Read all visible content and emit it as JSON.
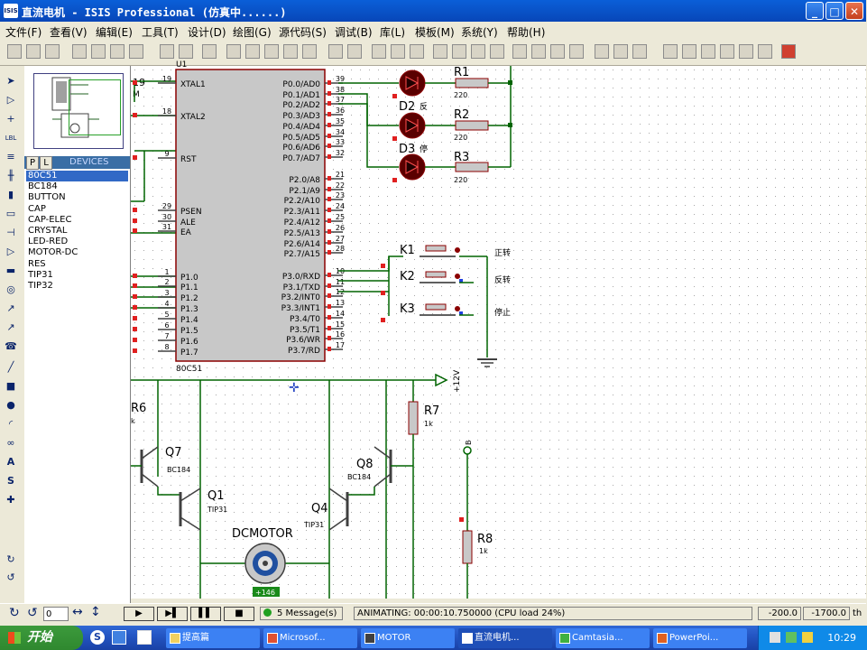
{
  "window": {
    "title": "直流电机 - ISIS Professional (仿真中......)",
    "app_icon": "ISIS",
    "buttons": {
      "minimize": "_",
      "maximize": "□",
      "close": "✕"
    }
  },
  "menu": [
    "文件(F)",
    "查看(V)",
    "编辑(E)",
    "工具(T)",
    "设计(D)",
    "绘图(G)",
    "源代码(S)",
    "调试(B)",
    "库(L)",
    "模板(M)",
    "系统(Y)",
    "帮助(H)"
  ],
  "devices": {
    "tab_p": "P",
    "tab_l": "L",
    "header": "DEVICES",
    "items": [
      "80C51",
      "BC184",
      "BUTTON",
      "CAP",
      "CAP-ELEC",
      "CRYSTAL",
      "LED-RED",
      "MOTOR-DC",
      "RES",
      "TIP31",
      "TIP32"
    ],
    "selected": 0
  },
  "schematic": {
    "chip": {
      "name": "U1",
      "type": "80C51",
      "left_pins": [
        {
          "num": "19",
          "name": "XTAL1"
        },
        {
          "num": "18",
          "name": "XTAL2"
        },
        {
          "num": "9",
          "name": "RST"
        },
        {
          "num": "29",
          "name": "PSEN"
        },
        {
          "num": "30",
          "name": "ALE"
        },
        {
          "num": "31",
          "name": "EA"
        },
        {
          "num": "1",
          "name": "P1.0"
        },
        {
          "num": "2",
          "name": "P1.1"
        },
        {
          "num": "3",
          "name": "P1.2"
        },
        {
          "num": "4",
          "name": "P1.3"
        },
        {
          "num": "5",
          "name": "P1.4"
        },
        {
          "num": "6",
          "name": "P1.5"
        },
        {
          "num": "7",
          "name": "P1.6"
        },
        {
          "num": "8",
          "name": "P1.7"
        }
      ],
      "right_pins": [
        {
          "num": "39",
          "name": "P0.0/AD0"
        },
        {
          "num": "38",
          "name": "P0.1/AD1"
        },
        {
          "num": "37",
          "name": "P0.2/AD2"
        },
        {
          "num": "36",
          "name": "P0.3/AD3"
        },
        {
          "num": "35",
          "name": "P0.4/AD4"
        },
        {
          "num": "34",
          "name": "P0.5/AD5"
        },
        {
          "num": "33",
          "name": "P0.6/AD6"
        },
        {
          "num": "32",
          "name": "P0.7/AD7"
        },
        {
          "num": "21",
          "name": "P2.0/A8"
        },
        {
          "num": "22",
          "name": "P2.1/A9"
        },
        {
          "num": "23",
          "name": "P2.2/A10"
        },
        {
          "num": "24",
          "name": "P2.3/A11"
        },
        {
          "num": "25",
          "name": "P2.4/A12"
        },
        {
          "num": "26",
          "name": "P2.5/A13"
        },
        {
          "num": "27",
          "name": "P2.6/A14"
        },
        {
          "num": "28",
          "name": "P2.7/A15"
        },
        {
          "num": "10",
          "name": "P3.0/RXD"
        },
        {
          "num": "11",
          "name": "P3.1/TXD"
        },
        {
          "num": "12",
          "name": "P3.2/INT0"
        },
        {
          "num": "13",
          "name": "P3.3/INT1"
        },
        {
          "num": "14",
          "name": "P3.4/T0"
        },
        {
          "num": "15",
          "name": "P3.5/T1"
        },
        {
          "num": "16",
          "name": "P3.6/WR"
        },
        {
          "num": "17",
          "name": "P3.7/RD"
        }
      ]
    },
    "leds": [
      {
        "name": "D2",
        "tag": "反"
      },
      {
        "name": "D3",
        "tag": "停"
      }
    ],
    "resistors": [
      {
        "name": "R1",
        "value": "220"
      },
      {
        "name": "R2",
        "value": "220"
      },
      {
        "name": "R3",
        "value": "220"
      },
      {
        "name": "R6",
        "value": "k"
      },
      {
        "name": "R7",
        "value": "1k"
      },
      {
        "name": "R8",
        "value": "1k"
      }
    ],
    "buttons": [
      {
        "name": "K1",
        "label": "正转"
      },
      {
        "name": "K2",
        "label": "反转"
      },
      {
        "name": "K3",
        "label": "停止"
      }
    ],
    "transistors": [
      {
        "name": "Q7",
        "type": "BC184"
      },
      {
        "name": "Q1",
        "type": "TIP31"
      },
      {
        "name": "Q8",
        "type": "BC184"
      },
      {
        "name": "Q4",
        "type": "TIP31"
      }
    ],
    "motor": {
      "name": "DCMOTOR",
      "reading": "+146"
    },
    "power": "+12V",
    "probe": "B",
    "crystal_fragment": "M"
  },
  "status": {
    "step_value": "0",
    "messages": "5 Message(s)",
    "animating": "ANIMATING: 00:00:10.750000 (CPU load 24%)",
    "coord_x": "-200.0",
    "coord_y": "-1700.0",
    "unit": "th"
  },
  "taskbar": {
    "start": "开始",
    "tasks": [
      "提高篇",
      "Microsof...",
      "MOTOR",
      "直流电机...",
      "Camtasia...",
      "PowerPoi..."
    ],
    "active": 3,
    "clock": "10:29"
  },
  "colors": {
    "title_blue": "#0a5fd8",
    "wire": "#006400",
    "chip_fill": "#c8c8c8",
    "chip_border": "#8b0000",
    "pin_red": "#cc0000",
    "led_dark": "#5a0000",
    "resistor_fill": "#c8c8c8",
    "grid_dot": "#b4b4b4",
    "motor_indicator": "#1a8a1a"
  }
}
